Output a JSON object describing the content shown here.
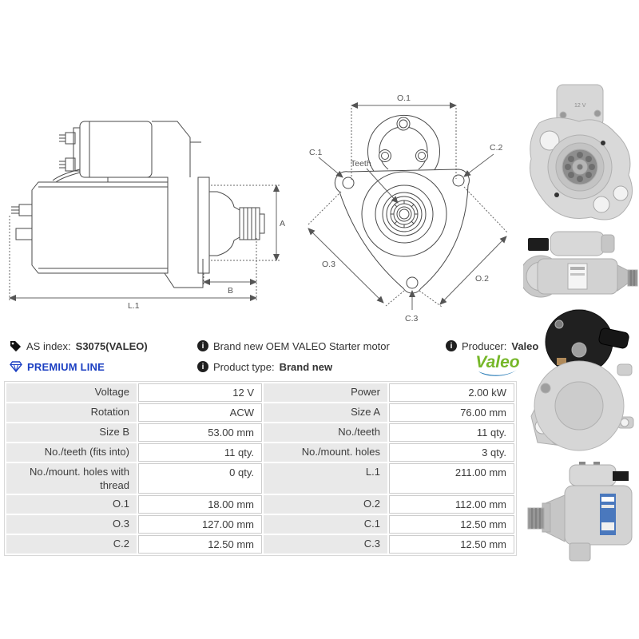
{
  "header": {
    "as_index": {
      "label": "AS index:",
      "value": "S3075(VALEO)"
    },
    "premium_line": "PREMIUM LINE",
    "description": "Brand new OEM VALEO Starter motor",
    "product_type": {
      "label": "Product type:",
      "value": "Brand new"
    },
    "producer": {
      "label": "Producer:",
      "value": "Valeo"
    },
    "brand_logo": "Valeo"
  },
  "icons": {
    "info_glyph": "i"
  },
  "drawings": {
    "side_view": {
      "dim_a": "A",
      "dim_b": "B",
      "dim_l1": "L.1"
    },
    "front_view": {
      "dim_o1": "O.1",
      "dim_o2": "O.2",
      "dim_o3": "O.3",
      "dim_c1": "C.1",
      "dim_c2": "C.2",
      "dim_c3": "C.3",
      "teeth": "Teeth"
    }
  },
  "photos": {
    "cap_marking": "12 V"
  },
  "specs": {
    "rows": [
      {
        "l1": "Voltage",
        "v1": "12 V",
        "l2": "Power",
        "v2": "2.00 kW"
      },
      {
        "l1": "Rotation",
        "v1": "ACW",
        "l2": "Size A",
        "v2": "76.00 mm"
      },
      {
        "l1": "Size B",
        "v1": "53.00 mm",
        "l2": "No./teeth",
        "v2": "11 qty."
      },
      {
        "l1": "No./teeth (fits into)",
        "v1": "11 qty.",
        "l2": "No./mount. holes",
        "v2": "3 qty."
      },
      {
        "l1": "No./mount. holes with thread",
        "v1": "0 qty.",
        "l2": "L.1",
        "v2": "211.00 mm"
      },
      {
        "l1": "O.1",
        "v1": "18.00 mm",
        "l2": "O.2",
        "v2": "112.00 mm"
      },
      {
        "l1": "O.3",
        "v1": "127.00 mm",
        "l2": "C.1",
        "v2": "12.50 mm"
      },
      {
        "l1": "C.2",
        "v1": "12.50 mm",
        "l2": "C.3",
        "v2": "12.50 mm"
      }
    ]
  },
  "colors": {
    "premium_blue": "#1b3fc2",
    "valeo_green": "#76b729",
    "valeo_swoosh_blue": "#2278b5",
    "table_label_bg": "#e9e9e9",
    "table_value_border": "#cccccc",
    "drawing_line": "#4a4a4a",
    "text": "#333333"
  }
}
